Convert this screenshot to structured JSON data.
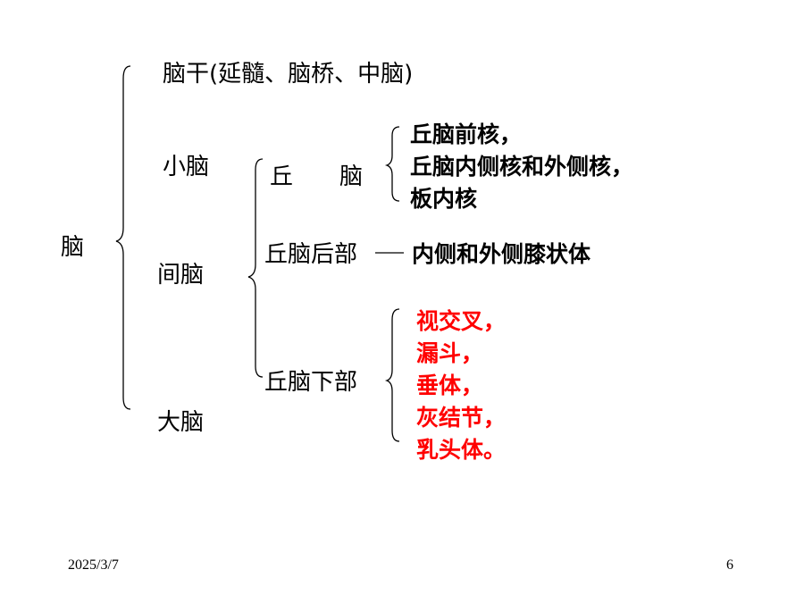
{
  "root": "脑",
  "branches": {
    "brainstem": "脑干(延髓、脑桥、中脑)",
    "cerebellum": "小脑",
    "diencephalon": "间脑",
    "cerebrum": "大脑"
  },
  "diencephalon_parts": {
    "thalamus": "丘　　脑",
    "metathalamus": "丘脑后部",
    "hypothalamus": "丘脑下部"
  },
  "thalamus_nuclei": [
    "丘脑前核，",
    "丘脑内侧核和外侧核，",
    "板内核"
  ],
  "metathalamus_detail": "内侧和外侧膝状体",
  "hypothalamus_items": [
    "视交叉，",
    "漏斗，",
    "垂体，",
    "灰结节，",
    "乳头体。"
  ],
  "colors": {
    "text": "#000000",
    "highlight": "#ff0000"
  },
  "footer": {
    "date": "2025/3/7",
    "page": "6"
  }
}
